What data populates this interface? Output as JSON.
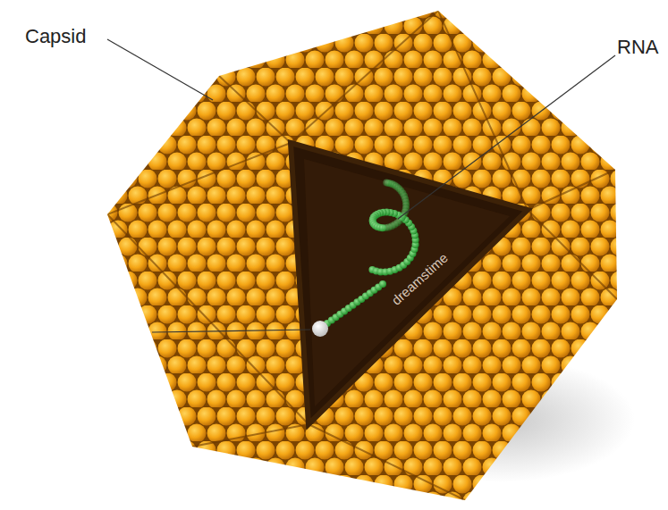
{
  "diagram": {
    "labels": [
      "Capsid",
      "RNA",
      "dreamstime"
    ]
  }
}
